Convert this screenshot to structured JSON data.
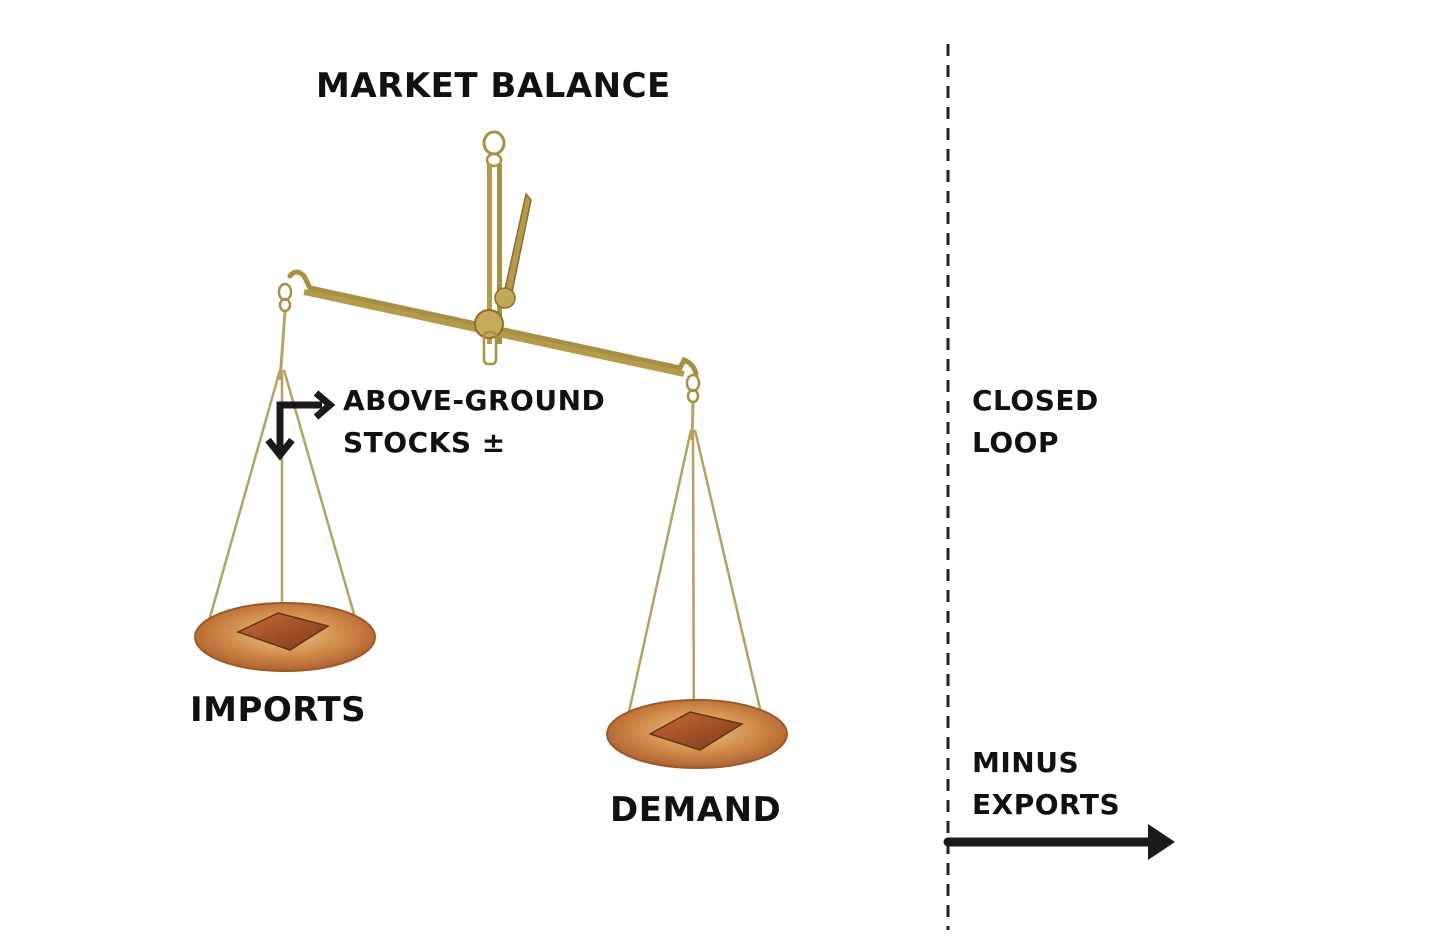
{
  "title": "MARKET BALANCE",
  "labels": {
    "stocks_line1": "ABOVE-GROUND",
    "stocks_line2": "STOCKS ±",
    "imports": "IMPORTS",
    "demand": "DEMAND",
    "closed_line1": "CLOSED",
    "closed_line2": "LOOP",
    "exports_line1": "MINUS",
    "exports_line2": "EXPORTS"
  },
  "colors": {
    "text": "#111111",
    "brass": "#b59a4a",
    "brass_dark": "#7d6a2c",
    "pan": "#c9773a",
    "pan_rim": "#d9b26a",
    "block": "#a0502a"
  },
  "icons": {
    "balance_scale": "balance-scale-icon",
    "stocks_arrow": "right-down-arrow-icon",
    "exports_arrow": "right-arrow-icon",
    "divider": "dashed-divider"
  }
}
